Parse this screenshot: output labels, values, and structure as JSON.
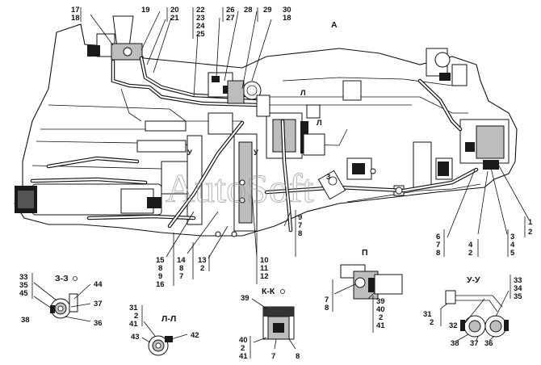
{
  "watermark": "AutoSoft",
  "main_view": {
    "view_label": "А",
    "callouts_top": [
      "17",
      "18",
      "19",
      "20",
      "21",
      "22",
      "23",
      "24",
      "25",
      "26",
      "27",
      "28",
      "29",
      "30",
      "18"
    ],
    "callouts_bottom": [
      "15",
      "8",
      "9",
      "16",
      "14",
      "8",
      "7",
      "13",
      "2",
      "10",
      "11",
      "12",
      "9",
      "7",
      "8"
    ],
    "callouts_right": [
      "1",
      "2",
      "3",
      "4",
      "5",
      "4",
      "2",
      "6",
      "7",
      "8"
    ],
    "cut_marks": [
      "Л",
      "Л",
      "У",
      "У",
      "3"
    ]
  },
  "section_z": {
    "title": "З-З",
    "callouts": [
      "33",
      "35",
      "45",
      "44",
      "37",
      "38",
      "36"
    ]
  },
  "section_l": {
    "title": "Л-Л",
    "callouts": [
      "31",
      "2",
      "41",
      "43",
      "42"
    ]
  },
  "section_k": {
    "title": "К-К",
    "callouts": [
      "39",
      "40",
      "2",
      "41",
      "7",
      "8"
    ]
  },
  "view_p": {
    "title": "П",
    "callouts": [
      "7",
      "8",
      "39",
      "40",
      "2",
      "41"
    ]
  },
  "section_u": {
    "title": "У-У",
    "callouts": [
      "33",
      "34",
      "35",
      "31",
      "2",
      "32",
      "38",
      "37",
      "36"
    ]
  }
}
